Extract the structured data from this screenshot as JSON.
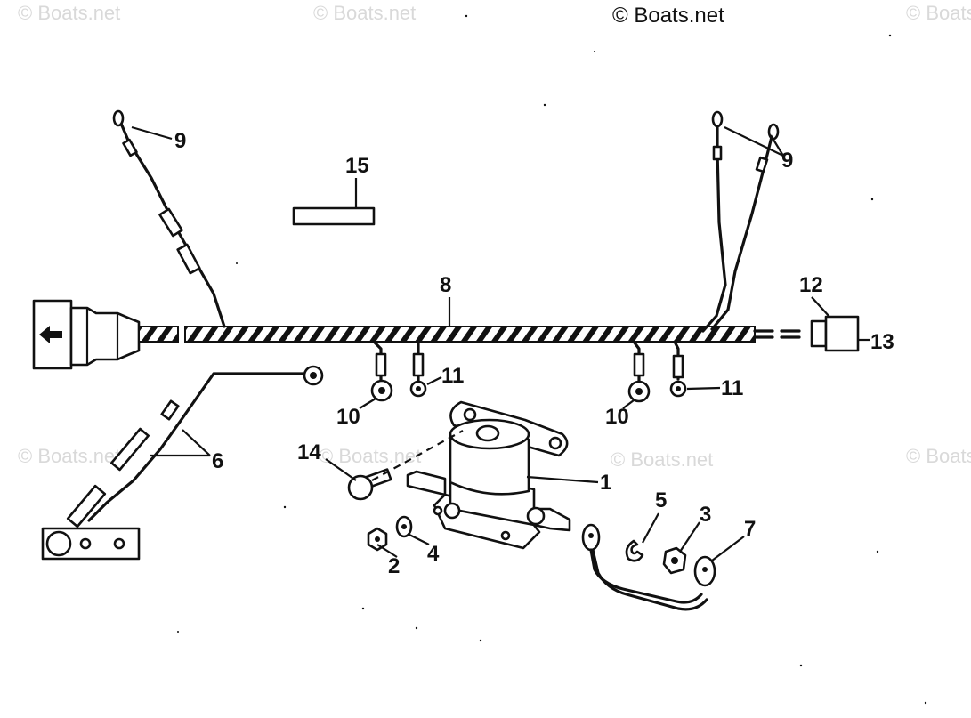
{
  "copyright": "© Boats.net",
  "watermarks": [
    "© Boats.net",
    "© Boats.net",
    "© Boats.net",
    "© Boats.net",
    "© Boats.net",
    "© Boats.net",
    "© Boats.net"
  ],
  "callouts": [
    "1",
    "2",
    "3",
    "4",
    "5",
    "6",
    "7",
    "8",
    "9",
    "9",
    "10",
    "10",
    "11",
    "11",
    "12",
    "13",
    "14",
    "15"
  ],
  "colors": {
    "ink": "#111111",
    "watermark": "#d9d9d9",
    "paper": "#ffffff"
  }
}
